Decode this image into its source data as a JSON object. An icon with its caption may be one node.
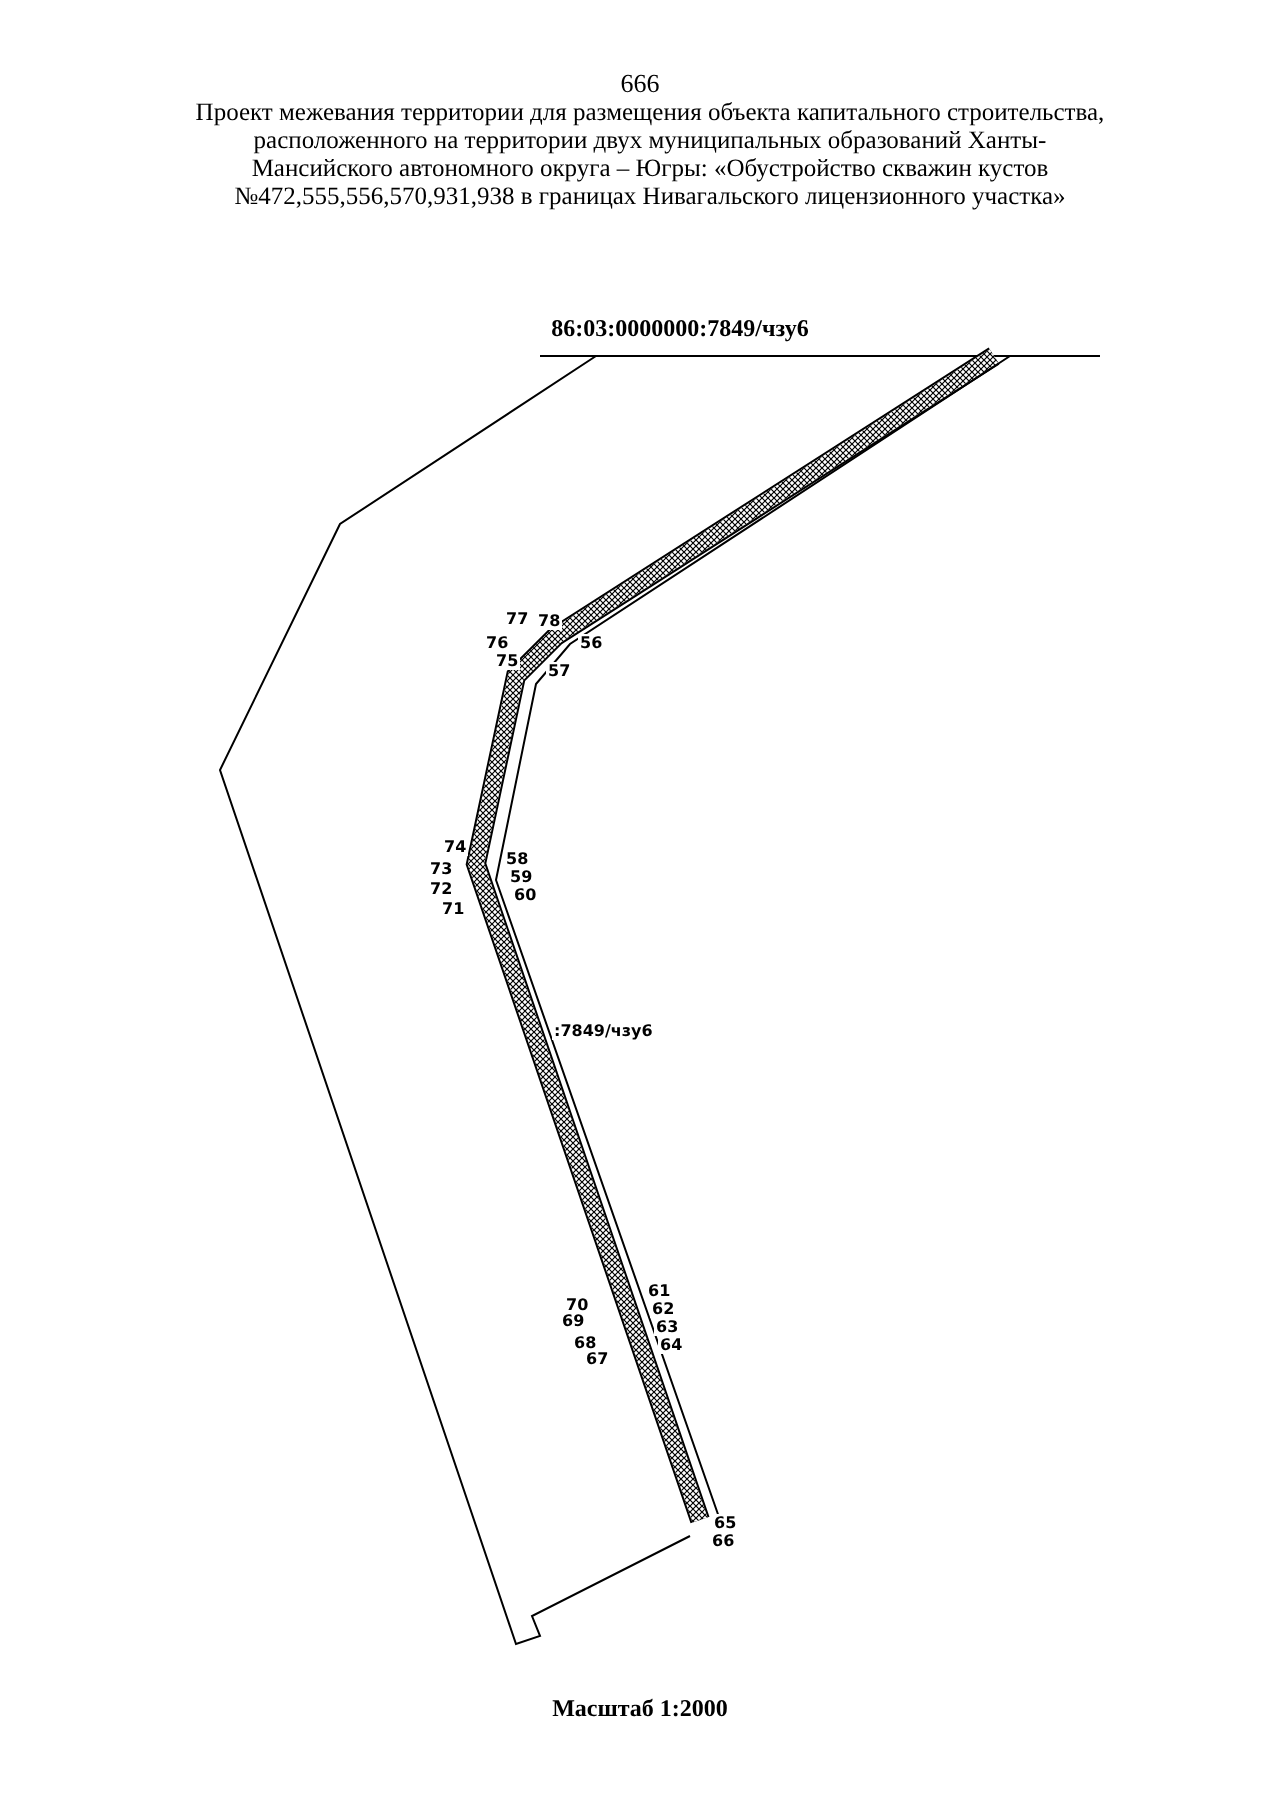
{
  "diagram": {
    "title": "Проект межевания территории для размещения объекта капитального строительства, расположенного на территории двух муниципальных образований Ханты-Мансийского автономного округа – Югры: «Обустройство скважин кустов №472,555,556,570,931,938 в границах Нивагальского лицензионного участка»",
    "labels": [
      "666",
      "86:03:0000000:7849/чзу6",
      "77",
      "78",
      "76",
      "56",
      "75",
      "57",
      "74",
      "73",
      "58",
      "72",
      "59",
      "60",
      "71",
      ":7849/чзу6",
      "61",
      "70",
      "62",
      "69",
      "63",
      "68",
      "64",
      "67",
      "65",
      "66",
      "Масштаб 1:2000"
    ]
  }
}
